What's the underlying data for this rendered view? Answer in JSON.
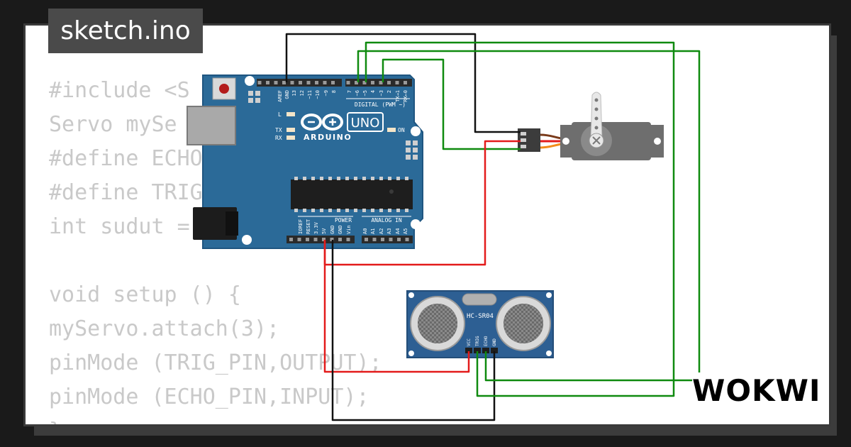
{
  "tab": {
    "filename": "sketch.ino"
  },
  "brand": {
    "logo_text": "WOKWI"
  },
  "code_lines": [
    "#include <S",
    "Servo mySe",
    "#define ECHO",
    "#define TRIG",
    "int sudut =",
    "",
    "void setup () {",
    "myServo.attach(3);",
    "pinMode (TRIG_PIN,OUTPUT);",
    "pinMode (ECHO_PIN,INPUT);",
    "}"
  ],
  "arduino": {
    "model": "UNO",
    "brand": "ARDUINO",
    "digital_label": "DIGITAL (PWM ~)",
    "power_label": "POWER",
    "analog_label": "ANALOG IN",
    "led_labels": [
      "L",
      "TX",
      "RX"
    ],
    "on_label": "ON",
    "top_pin_labels": [
      "AREF",
      "GND",
      "13",
      "12",
      "~11",
      "~10",
      "~9",
      "8",
      "7",
      "~6",
      "~5",
      "4",
      "~3",
      "2",
      "TX→1",
      "RX←0"
    ],
    "power_pin_labels": [
      "IOREF",
      "RESET",
      "3.3V",
      "5V",
      "GND",
      "GND",
      "Vin"
    ],
    "analog_pin_labels": [
      "A0",
      "A1",
      "A2",
      "A3",
      "A4",
      "A5"
    ]
  },
  "sensor": {
    "model": "HC-SR04",
    "pin_labels": [
      "VCC",
      "TRIG",
      "ECHO",
      "GND"
    ]
  },
  "colors": {
    "wire_black": "#111111",
    "wire_red": "#e31b1b",
    "wire_green": "#0f8a0f",
    "board_blue": "#2b6a98",
    "board_dark": "#1f5580",
    "sensor_blue": "#2d5f93",
    "servo_gray": "#6e6e6e",
    "code_gray": "#c9c9c9",
    "tab_bg": "#4a4a4a"
  }
}
